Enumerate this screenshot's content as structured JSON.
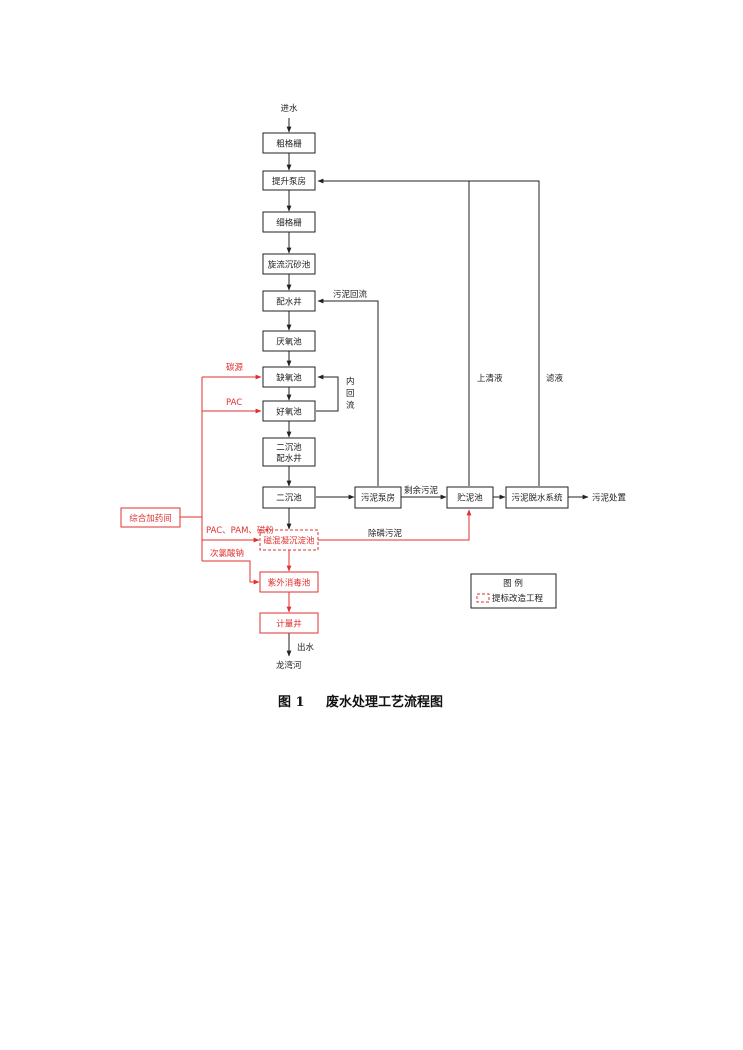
{
  "colors": {
    "line": "#222222",
    "renovation": "#e03030"
  },
  "main_flow": {
    "inlet": "进水",
    "coarse_screen": "粗格栅",
    "lift_pump": "提升泵房",
    "fine_screen": "细格栅",
    "vortex_grit": "旋流沉砂池",
    "distribution_well": "配水井",
    "anaerobic": "厌氧池",
    "anoxic": "缺氧池",
    "aerobic": "好氧池",
    "secondary_dist_line1": "二沉池",
    "secondary_dist_line2": "配水井",
    "secondary_clarifier": "二沉池"
  },
  "sludge": {
    "sludge_pump": "污泥泵房",
    "sludge_tank": "贮泥池",
    "dewatering": "污泥脱水系统",
    "disposal": "污泥处置"
  },
  "renovation": {
    "dosing_room": "综合加药间",
    "magnetic_tank": "磁混凝沉淀池",
    "uv_disinfection": "紫外消毒池",
    "metering_well": "计量井"
  },
  "labels": {
    "carbon_source": "碳源",
    "pac": "PAC",
    "chemicals": "PAC、PAM、磁粉",
    "hypochlorite": "次氯酸钠",
    "sludge_return": "污泥回流",
    "internal_reflux": "内回流",
    "supernatant": "上清液",
    "filtrate": "滤液",
    "excess_sludge": "剩余污泥",
    "phosphorus_sludge": "除磷污泥",
    "outlet": "出水",
    "river": "龙湾河"
  },
  "legend": {
    "title": "图 例",
    "item": "提标改造工程"
  },
  "caption": {
    "number": "图 1",
    "title": "废水处理工艺流程图"
  }
}
